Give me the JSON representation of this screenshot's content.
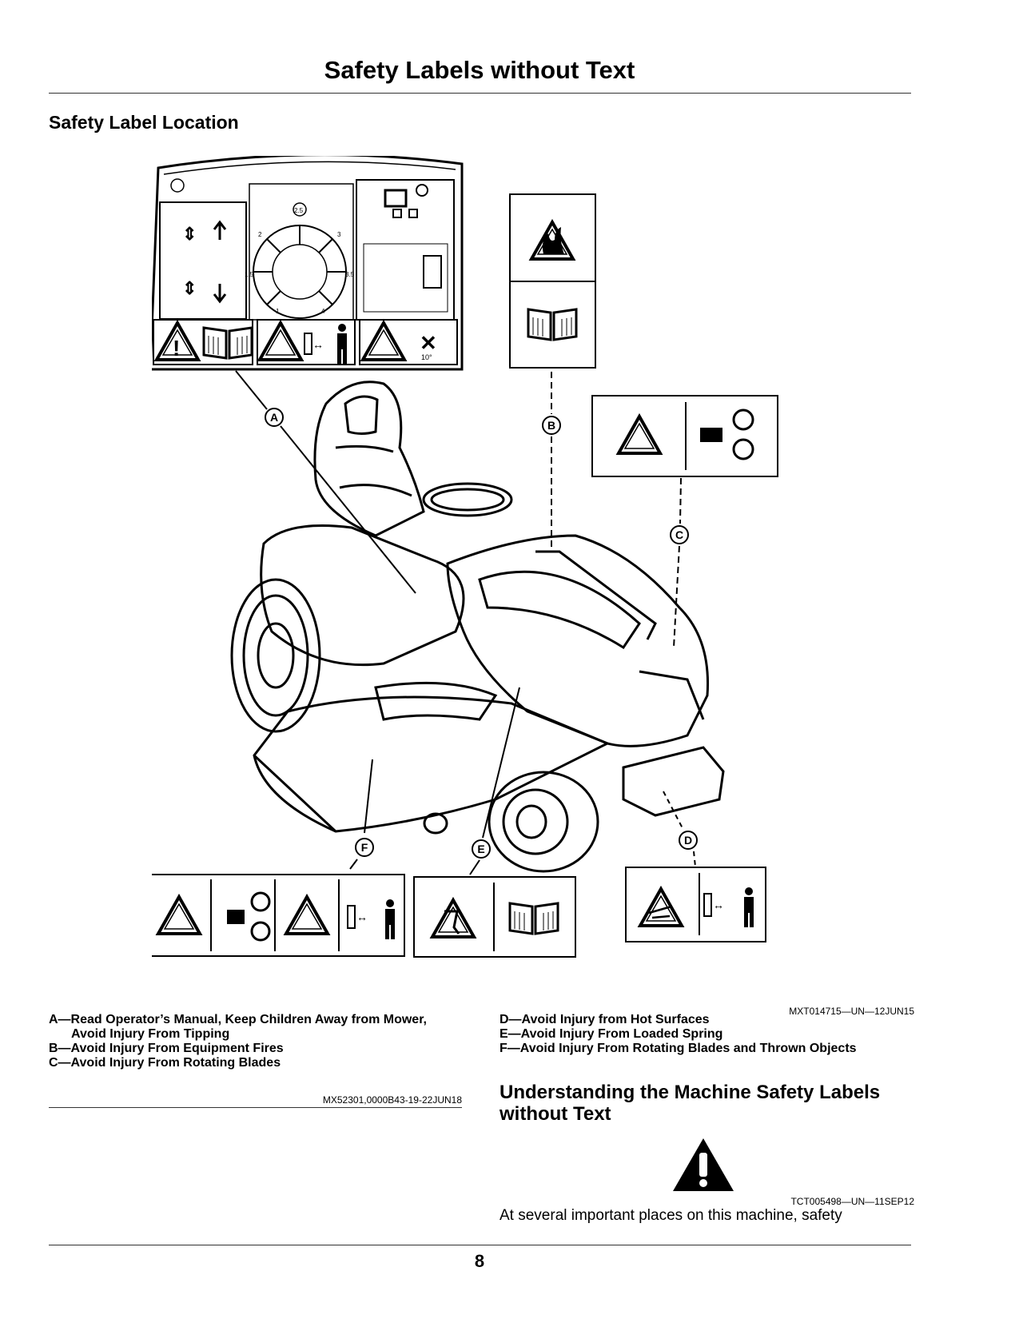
{
  "page": {
    "title": "Safety Labels without Text",
    "section_heading": "Safety Label Location",
    "figure_code": "MXT014715—UN—12JUN15",
    "callouts": [
      "A",
      "B",
      "C",
      "D",
      "E",
      "F"
    ],
    "captions_left": [
      "A—Read Operator’s Manual, Keep Children Away from Mower,",
      "Avoid Injury From Tipping",
      "B—Avoid Injury From Equipment Fires",
      "C—Avoid Injury From Rotating Blades"
    ],
    "captions_right": [
      "D—Avoid Injury from Hot Surfaces",
      "E—Avoid Injury From Loaded Spring",
      "F—Avoid Injury From Rotating Blades and Thrown Objects"
    ],
    "ref_code_left": "MX52301,0000B43-19-22JUN18",
    "sub_heading": "Understanding the Machine Safety Labels without Text",
    "icon_code": "TCT005498—UN—11SEP12",
    "body_text": "At several important places on this machine, safety",
    "page_number": "8",
    "label_slope_text": "10°",
    "dial_marks": [
      "2.5",
      "2",
      "3",
      "1.5",
      "3.5",
      "1",
      "4"
    ]
  }
}
